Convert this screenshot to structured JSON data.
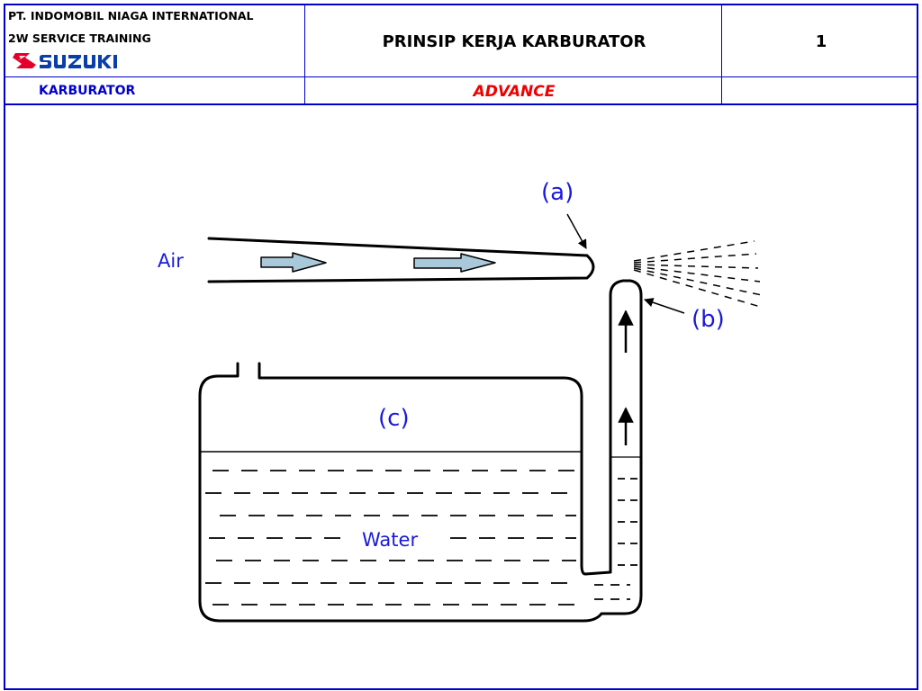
{
  "header": {
    "company": "PT. INDOMOBIL NIAGA INTERNATIONAL",
    "training": "2W SERVICE TRAINING",
    "brand_logo": "SUZUKI",
    "title": "PRINSIP KERJA KARBURATOR",
    "page_number": "1",
    "section": "KARBURATOR",
    "level": "ADVANCE"
  },
  "diagram": {
    "labels": {
      "air": "Air",
      "a": "(a)",
      "b": "(b)",
      "c": "(c)",
      "water": "Water"
    }
  },
  "colors": {
    "frame": "#0000cc",
    "label": "#1a1adb",
    "level": "#ee0000",
    "brand": "#e4002b",
    "arrow_fill": "#a9c9da"
  }
}
